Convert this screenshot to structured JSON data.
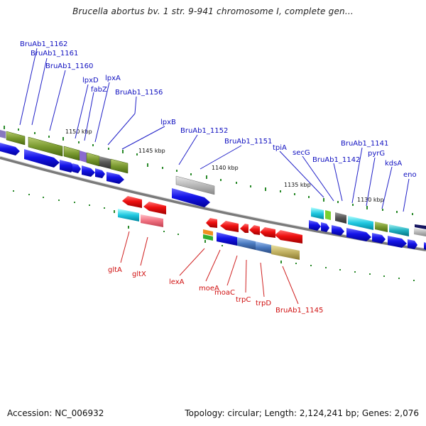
{
  "title": "Brucella abortus bv. 1 str. 9-941 chromosome I, complete gen...",
  "footer": {
    "accession": "Accession: NC_006932",
    "summary": "Topology: circular; Length: 2,124,241 bp; Genes: 2,076"
  },
  "scale_labels": [
    "1150 kbp",
    "1145 kbp",
    "1140 kbp",
    "1135 kbp",
    "1130 kbp"
  ],
  "labels_above": [
    "BruAb1_1162",
    "BruAb1_1161",
    "BruAb1_1160",
    "lpxD",
    "fabZ",
    "lpxA",
    "BruAb1_1156",
    "lpxB",
    "BruAb1_1152",
    "BruAb1_1151",
    "tpiA",
    "secG",
    "BruAb1_1142",
    "BruAb1_1141",
    "pyrG",
    "kdsA",
    "eno"
  ],
  "labels_below": [
    "gltA",
    "gltX",
    "lexA",
    "moeA",
    "moaC",
    "trpC",
    "trpD",
    "BruAb1_1145"
  ],
  "colors": {
    "backbone": "#8a8a8a",
    "tick": "#2a8a2a",
    "forward_cds": "#1a1ae0",
    "reverse_cds": "#e01414",
    "label_above": "#1010c0",
    "label_below": "#d01010"
  }
}
